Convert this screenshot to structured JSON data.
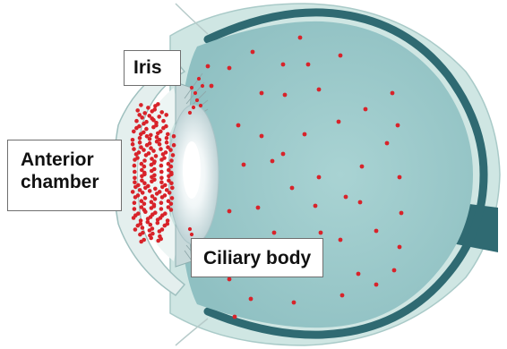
{
  "labels": {
    "iris": "Iris",
    "anterior_line1": "Anterior",
    "anterior_line2": "chamber",
    "ciliary_body": "Ciliary body"
  },
  "colors": {
    "background": "#ffffff",
    "vitreous": "#9cc9ca",
    "sclera": "#cfe6e3",
    "choroid": "#2f6a72",
    "cornea": "#e4efee",
    "lens": "#eef4f5",
    "particle": "#d8232a",
    "label_border": "#6f6f6f"
  }
}
